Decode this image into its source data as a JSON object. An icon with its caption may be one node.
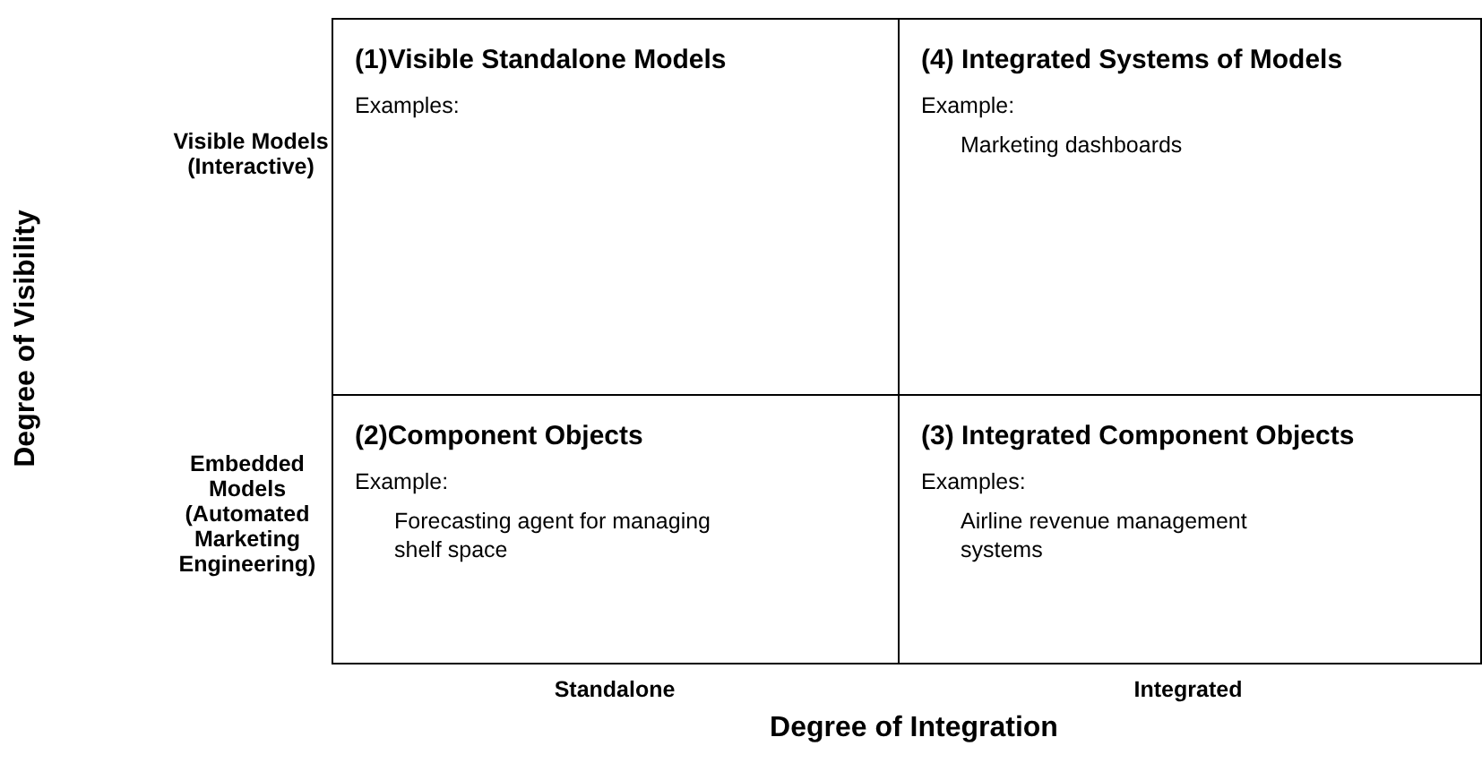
{
  "diagram": {
    "nodes": [
      {
        "text": [
          "(1)Visible Standalone Models",
          "Examples:"
        ]
      },
      {
        "text": [
          "(4) Integrated Systems of Models",
          "Example:",
          "Marketing dashboards"
        ]
      },
      {
        "text": [
          "(2)Component Objects",
          "Example:",
          "Forecasting agent for managing shelf space"
        ]
      },
      {
        "text": [
          "(3) Integrated Component Objects",
          "Examples:",
          "Airline revenue management systems"
        ]
      }
    ],
    "edges": [],
    "labels": [
      "Degree of Visibility",
      "Visible Models (Interactive)",
      "Embedded Models (Automated Marketing Engineering)",
      "Standalone",
      "Integrated",
      "Degree of Integration"
    ]
  }
}
